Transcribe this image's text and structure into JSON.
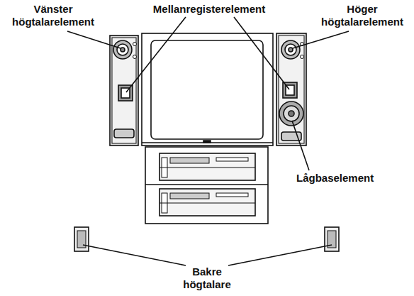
{
  "diagram": {
    "labels": [
      "Vänster högtalarelement",
      "Mellanregisterelement",
      "Höger högtalarelement",
      "Lågbaselement",
      "Bakre högtalare"
    ]
  }
}
